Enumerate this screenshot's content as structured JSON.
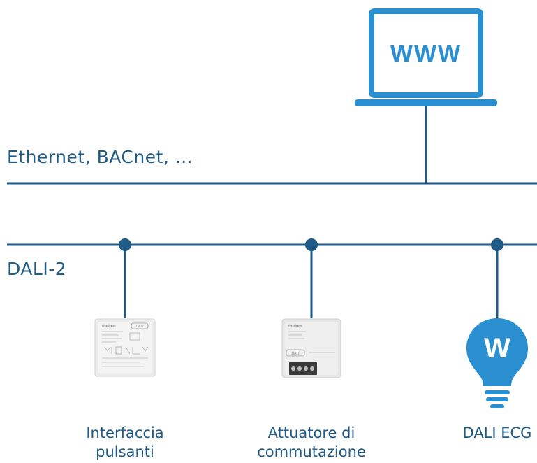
{
  "monitor": {
    "screen_text": "WWW",
    "accent": "#2a8fd0"
  },
  "colors": {
    "line": "#1f5b86",
    "accent": "#2a8fd0",
    "text": "#1f5b86"
  },
  "buses": {
    "ethernet": {
      "label": "Ethernet, BACnet, ..."
    },
    "dali": {
      "label": "DALI-2"
    }
  },
  "devices": [
    {
      "label_line1": "Interfaccia",
      "label_line2": "pulsanti",
      "icon": "push-button-interface"
    },
    {
      "label_line1": "Attuatore di",
      "label_line2": "commutazione",
      "icon": "switching-actuator"
    },
    {
      "label_line1": "DALI ECG",
      "label_line2": "",
      "icon": "lightbulb-icon"
    }
  ],
  "device_markings": {
    "brand": "theben",
    "dali_logo": "DALI"
  },
  "bulb": {
    "letter": "W"
  }
}
